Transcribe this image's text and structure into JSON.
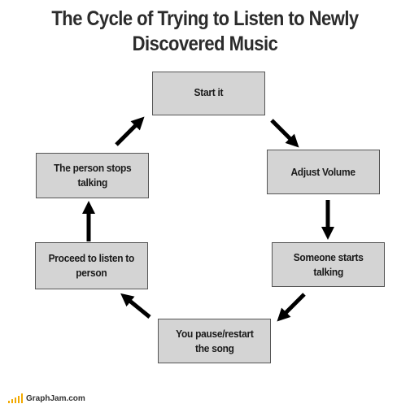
{
  "title": {
    "line1": "The Cycle of Trying to Listen to Newly",
    "line2": "Discovered Music"
  },
  "boxes": {
    "start": "Start it",
    "adjust": "Adjust Volume",
    "someone_line1": "Someone starts",
    "someone_line2": "talking",
    "pause_line1": "You pause/restart",
    "pause_line2": "the song",
    "proceed_line1": "Proceed to listen to",
    "proceed_line2": "person",
    "stops_line1": "The person stops",
    "stops_line2": "talking"
  },
  "footer": {
    "site": "GraphJam.com"
  },
  "colors": {
    "box_fill": "#d4d4d4",
    "arrow": "#000000",
    "logo_bars": "#f2a900"
  }
}
